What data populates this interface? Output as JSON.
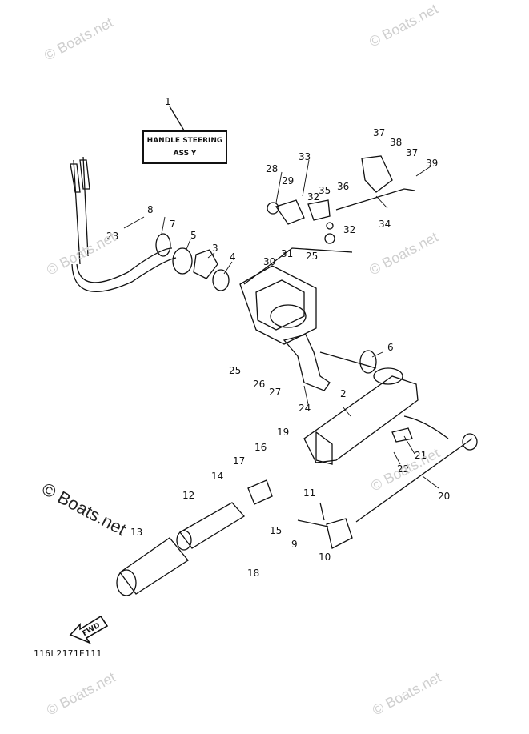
{
  "title_box": {
    "line1": "HANDLE STEERING",
    "line2": "ASS'Y"
  },
  "diagram_code": "116L2171E111",
  "fwd_label": "FWD",
  "watermarks": {
    "small": "© Boats.net",
    "big": "© Boats.net"
  },
  "callouts": [
    "1",
    "2",
    "3",
    "4",
    "5",
    "6",
    "7",
    "8",
    "9",
    "10",
    "11",
    "12",
    "13",
    "14",
    "15",
    "16",
    "17",
    "18",
    "19",
    "20",
    "21",
    "22",
    "23",
    "24",
    "25",
    "25",
    "26",
    "27",
    "28",
    "29",
    "30",
    "31",
    "32",
    "32",
    "33",
    "34",
    "35",
    "36",
    "37",
    "37",
    "38",
    "39"
  ]
}
